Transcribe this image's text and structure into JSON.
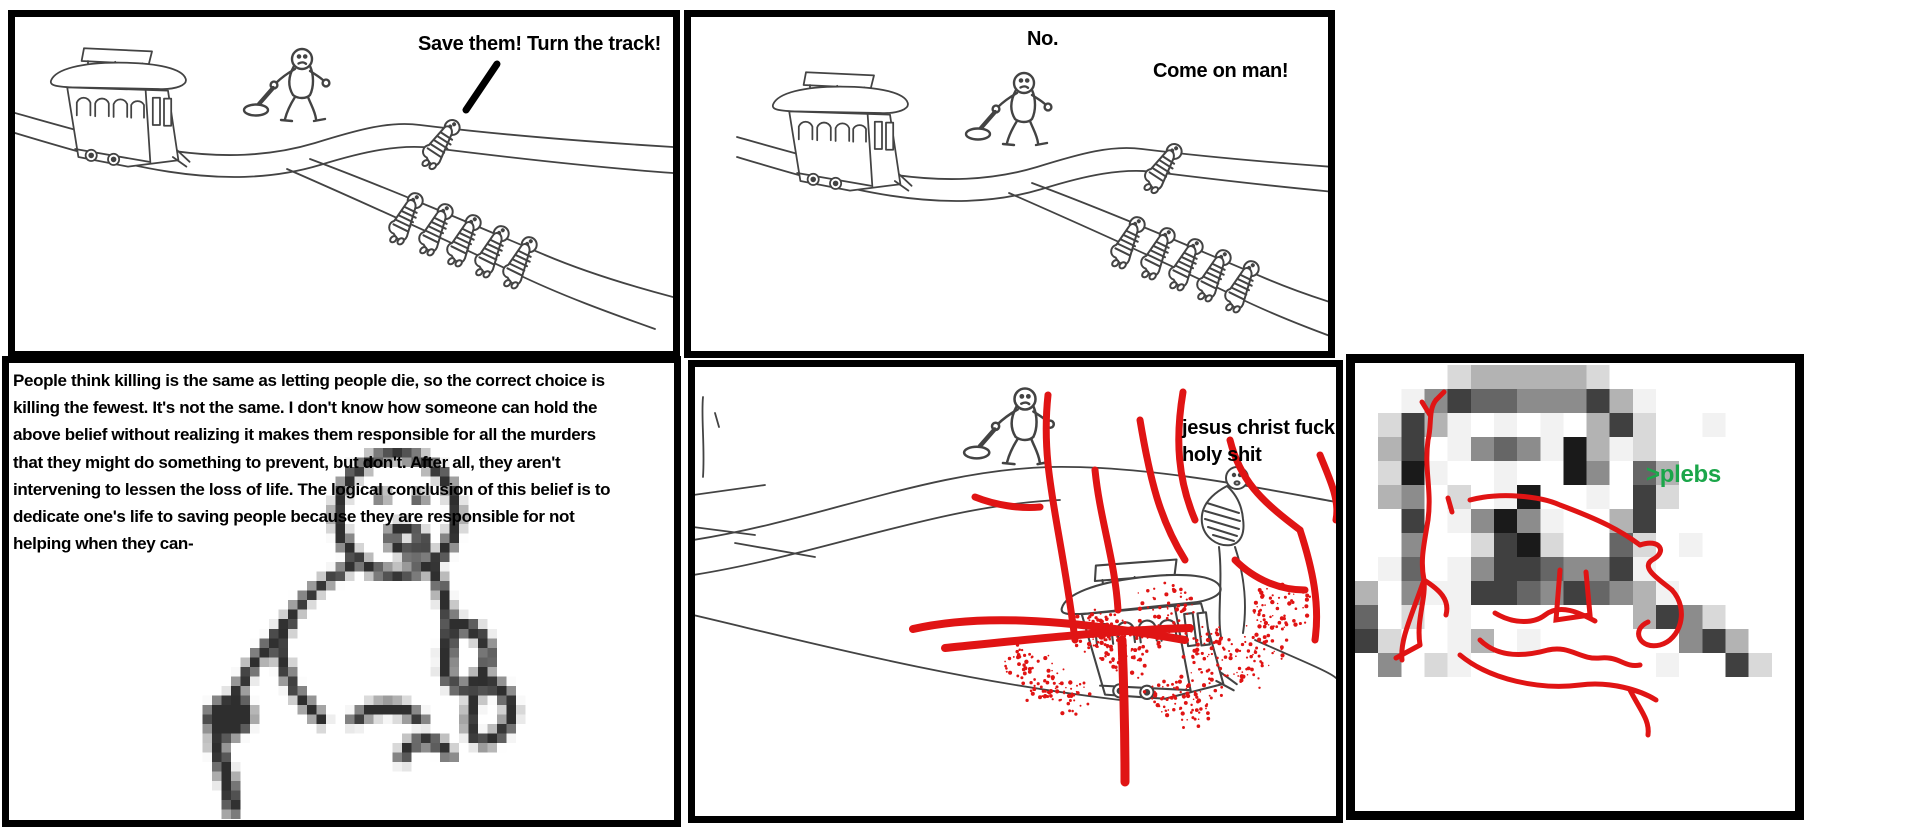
{
  "comic": {
    "title_hint": "trolley problem comic",
    "panel_top_left": {
      "speech": "Save them! Turn the track!"
    },
    "panel_top_right": {
      "reply": "No.",
      "retort": "Come on man!"
    },
    "panel_bottom_left": {
      "paragraph": " People think killing is the same as letting people die, so the correct choice is\nkilling the fewest. It's not the same. I don't know how someone can hold the\nabove belief without realizing it makes them responsible for all the murders\nthat they might do something to prevent, but don't. After all, they aren't\nintervening to lessen the loss of life. The logical conclusion of this belief is to\ndedicate one's life to saving people because they are responsible for not\nhelping when they can-"
    },
    "panel_bottom_middle": {
      "exclaim_line1": "jesus christ fuck",
      "exclaim_line2": "holy shit"
    },
    "panel_bottom_right": {
      "caption": ">plebs"
    }
  },
  "colors": {
    "background": "#ffffff",
    "panel_border": "#000000",
    "ink_sketch": "#434343",
    "blood_red": "#e01414",
    "caption_green": "#1ba64a",
    "text_black": "#000000"
  }
}
